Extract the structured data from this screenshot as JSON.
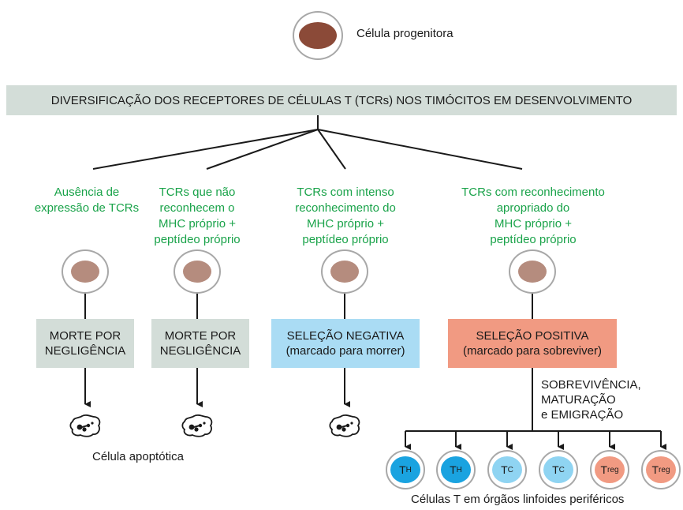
{
  "progenitor_label": "Célula progenitora",
  "banner": "DIVERSIFICAÇÃO DOS RECEPTORES DE CÉLULAS T (TCRs) NOS TIMÓCITOS EM DESENVOLVIMENTO",
  "branches": [
    {
      "lines": [
        "Ausência de",
        "expressão de TCRs"
      ],
      "box": [
        "MORTE POR",
        "NEGLIGÊNCIA"
      ]
    },
    {
      "lines": [
        "TCRs que não",
        "reconhecem o",
        "MHC próprio +",
        "peptídeo próprio"
      ],
      "box": [
        "MORTE POR",
        "NEGLIGÊNCIA"
      ]
    },
    {
      "lines": [
        "TCRs com intenso",
        "reconhecimento do",
        "MHC próprio +",
        "peptídeo próprio"
      ],
      "box": [
        "SELEÇÃO NEGATIVA",
        "(marcado para morrer)"
      ]
    },
    {
      "lines": [
        "TCRs com reconhecimento",
        "apropriado do",
        "MHC próprio +",
        "peptídeo próprio"
      ],
      "box": [
        "SELEÇÃO POSITIVA",
        "(marcado para sobreviver)"
      ]
    }
  ],
  "survival_text": [
    "SOBREVIVÊNCIA,",
    "MATURAÇÃO",
    "e EMIGRAÇÃO"
  ],
  "apoptotic_label": "Célula apoptótica",
  "tcells": [
    {
      "base": "T",
      "sub": "H",
      "color": "#1aa3e0"
    },
    {
      "base": "T",
      "sub": "H",
      "color": "#1aa3e0"
    },
    {
      "base": "T",
      "sub": "C",
      "color": "#8fd4f2"
    },
    {
      "base": "T",
      "sub": "C",
      "color": "#8fd4f2"
    },
    {
      "base": "T",
      "sub": "reg",
      "color": "#f19a82"
    },
    {
      "base": "T",
      "sub": "reg",
      "color": "#f19a82"
    }
  ],
  "peripheral_label": "Células T em órgãos linfoides periféricos",
  "colors": {
    "nucleus_progenitor": "#8b4a38",
    "nucleus_thymocyte": "#b58c7e",
    "green_text": "#1aa34a"
  }
}
